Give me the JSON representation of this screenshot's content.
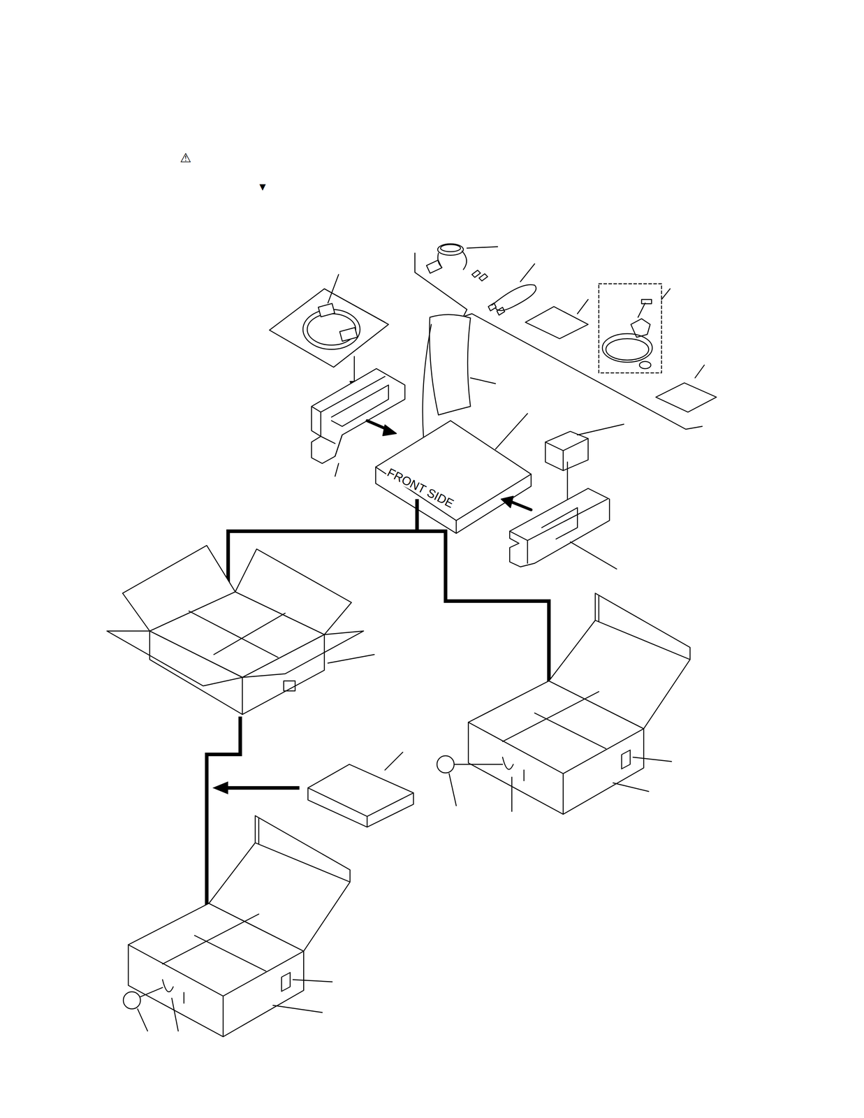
{
  "diagram": {
    "labels": [
      "⚠",
      "▼",
      "FRONT SIDE"
    ]
  }
}
